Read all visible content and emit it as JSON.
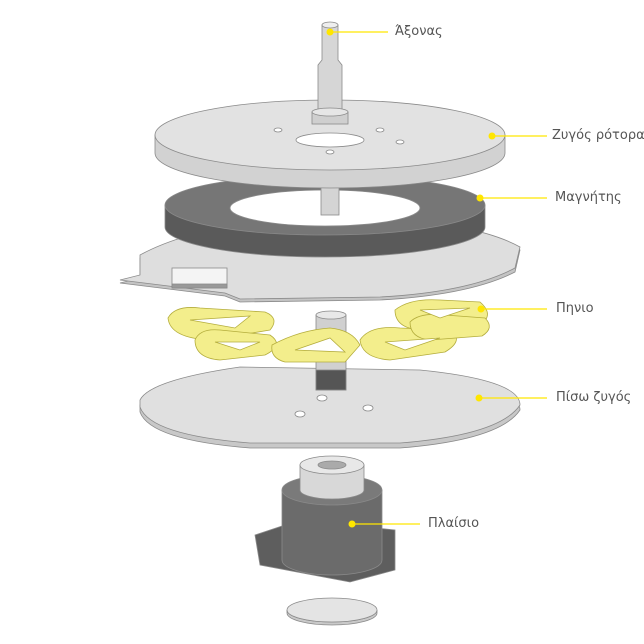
{
  "title": "Exploded view of axial flux motor",
  "labels": {
    "shaft": "Άξονας",
    "rotor_yoke": "Ζυγός ρότορα",
    "magnet": "Μαγνήτης",
    "coil": "Πηνιο",
    "back_yoke": "Πίσω ζυγός",
    "frame": "Πλαίσιο"
  },
  "colors": {
    "accent": "#ffe600",
    "coil": "#f3ee8c",
    "light_part": "#dcdcdc",
    "dark_part": "#6e6e6e",
    "text": "#555555"
  }
}
